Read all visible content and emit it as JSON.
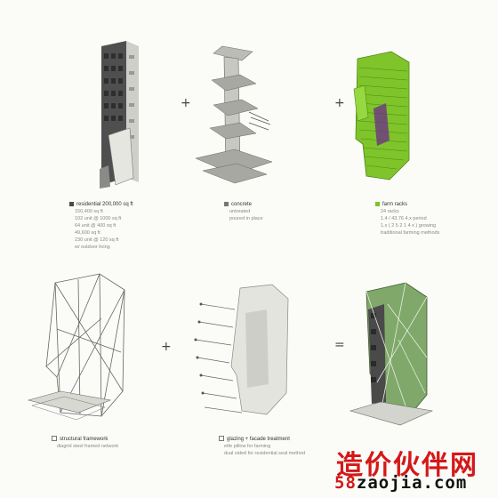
{
  "operators": {
    "plus1": "+",
    "plus2": "+",
    "plus3": "+",
    "equals": "="
  },
  "captions": {
    "residential": {
      "title": "residential 200,000 sq ft",
      "lines": [
        "150,400 sq ft",
        "102 unit @ 1000 sq ft",
        "64 unit @ 400 sq ft",
        "49,600 sq ft",
        "230 unit @ 120 sq ft",
        "w/ outdoor living"
      ]
    },
    "concrete": {
      "title": "concrete",
      "lines": [
        "untreated",
        "poured in place"
      ]
    },
    "farm": {
      "title": "farm racks",
      "lines": [
        "24 racks",
        "1.4 / 43.76 4.x period",
        "1.x ( 2 5 2 1 4 x ) growing",
        "traditional farming methods"
      ]
    },
    "structural": {
      "title": "structural framework",
      "lines": [
        "diagrid steel framed network"
      ]
    },
    "glazing": {
      "title": "glazing + facade treatment",
      "lines": [
        "etfe pillow for farming",
        "dual sided for residential seal method"
      ]
    }
  },
  "colors": {
    "farm_green": "#7ec42a",
    "concrete": "#b9b9b4",
    "frame": "#6a6a6a",
    "dark_block": "#4a4a4a"
  },
  "watermark": {
    "chinese": "造价伙伴网",
    "url_prefix": "58",
    "url_rest": "zaojia.com"
  }
}
